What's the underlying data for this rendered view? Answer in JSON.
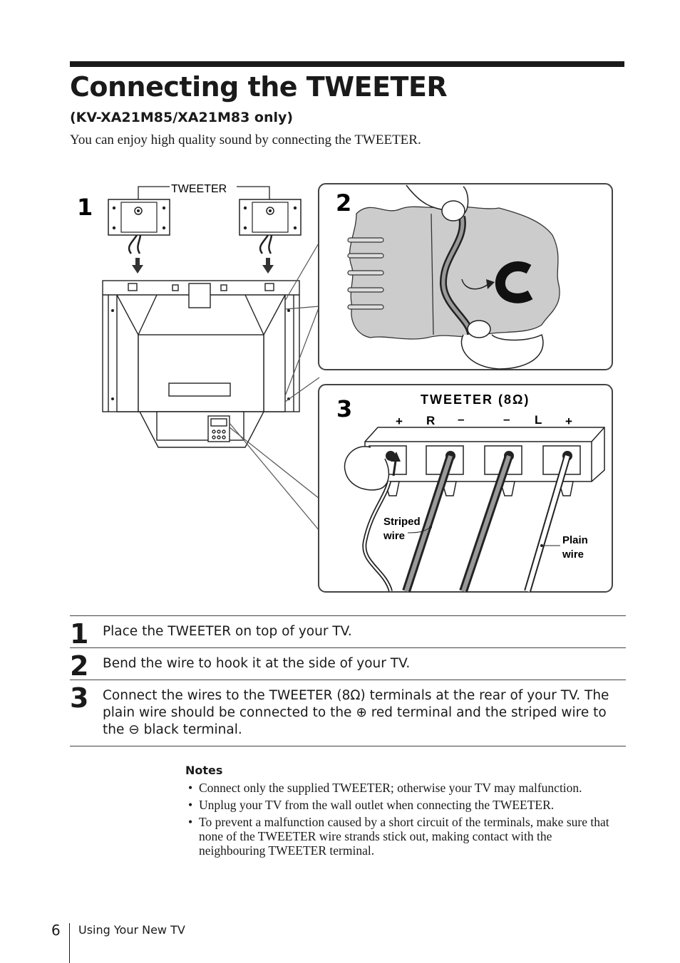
{
  "header": {
    "title": "Connecting the TWEETER",
    "subtitle": "(KV-XA21M85/XA21M83 only)",
    "intro": "You can enjoy high quality sound by connecting the TWEETER."
  },
  "illustration": {
    "panel1_number": "1",
    "panel2_number": "2",
    "panel3_number": "3",
    "tweeter_label": "TWEETER",
    "terminal_title": "TWEETER (8Ω)",
    "terminal_plus_left": "+",
    "terminal_r": "R",
    "terminal_minus_left": "–",
    "terminal_minus_right": "–",
    "terminal_l": "L",
    "terminal_plus_right": "+",
    "striped_wire_line1": "Striped",
    "striped_wire_line2": "wire",
    "plain_wire_line1": "Plain",
    "plain_wire_line2": "wire"
  },
  "steps": [
    {
      "number": "1",
      "text": "Place the TWEETER on top of your TV."
    },
    {
      "number": "2",
      "text": "Bend the wire to hook it at the side of your TV."
    },
    {
      "number": "3",
      "text": "Connect the wires to the TWEETER (8Ω) terminals at the rear of your TV. The plain wire should be connected to the ⊕ red terminal and the striped wire to the ⊖ black terminal."
    }
  ],
  "notes": {
    "heading": "Notes",
    "items": [
      "Connect only the supplied TWEETER; otherwise your TV may malfunction.",
      "Unplug your TV from the wall outlet when connecting the TWEETER.",
      "To prevent a malfunction caused by a short circuit of the terminals, make sure that none of the TWEETER wire strands stick out, making contact with the neighbouring TWEETER terminal."
    ]
  },
  "footer": {
    "page_number": "6",
    "section": "Using Your New TV"
  }
}
